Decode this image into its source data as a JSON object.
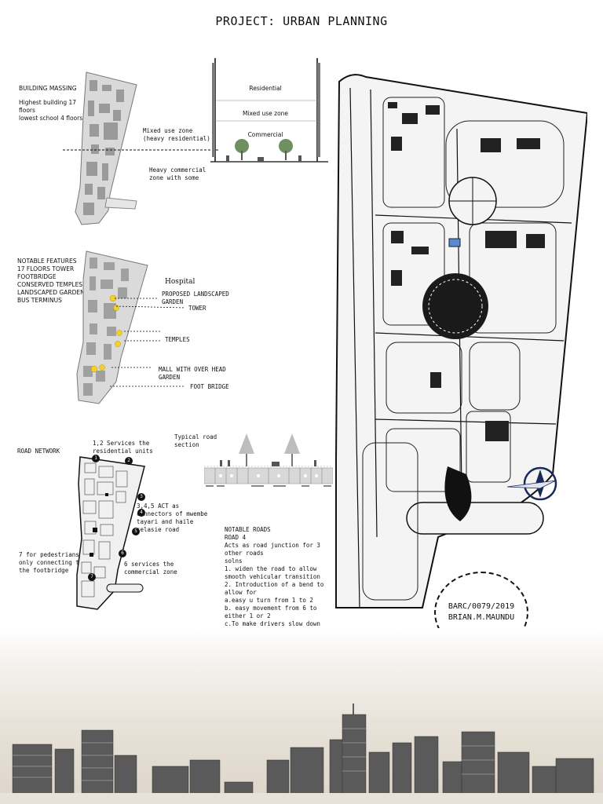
{
  "title": "PROJECT: URBAN PLANNING",
  "massing": {
    "heading": "BUILDING MASSING",
    "note": "Highest building 17 floors\nlowest school 4 floors",
    "label_mixed": "Mixed use zone\n(heavy residential)",
    "label_commercial": "Heavy commercial\nzone with some"
  },
  "section": {
    "residential": "Residential",
    "mixed": "Mixed use zone",
    "commercial": "Commercial"
  },
  "features": {
    "heading": "NOTABLE FEATURES\n17 FLOORS TOWER\nFOOTBRIDGE\nCONSERVED TEMPLES\nLANDSCAPED GARDENS\nBUS TERMINUS",
    "hospital": "Hospital",
    "garden": "PROPOSED LANDSCAPED\nGARDEN",
    "tower": "TOWER",
    "temples": "TEMPLES",
    "mall": "MALL WITH OVER HEAD\nGARDEN",
    "footbridge": "FOOT BRIDGE"
  },
  "roads": {
    "heading": "ROAD NETWORK",
    "note_12": "1,2 Services the\nresidential units",
    "note_345": "3,4,5 ACT as\nconnectors of mwembe\ntayari and haile\nselasie road",
    "note_7": "7 for pedestrians\nonly connecting to\nthe footbridge",
    "note_6": "6 services the\ncommercial zone",
    "markers": [
      "1",
      "2",
      "3",
      "4",
      "5",
      "6",
      "7"
    ]
  },
  "road_section": {
    "label": "Typical road\nsection"
  },
  "notable_roads": {
    "text": "NOTABLE ROADS\nROAD 4\nActs as road junction for 3\nother roads\nsolns\n1. widen the road to allow\nsmooth vehicular transition\n2. Introduction of a bend to\nallow for\na.easy u turn from 1 to 2\nb. easy movement from 6 to\neither 1 or 2\nc.To make drivers slow down\nat the intersection as the\nproject is pedestrian\nsensitive\nPOINT OF REFERENCE\nUnion centre station\nwashington Dc"
  },
  "stamp": {
    "line1": "BARC/0079/2019",
    "line2": "BRIAN.M.MAUNDU"
  },
  "icons": [
    "compass-icon",
    "tree-icon",
    "building-icon"
  ]
}
